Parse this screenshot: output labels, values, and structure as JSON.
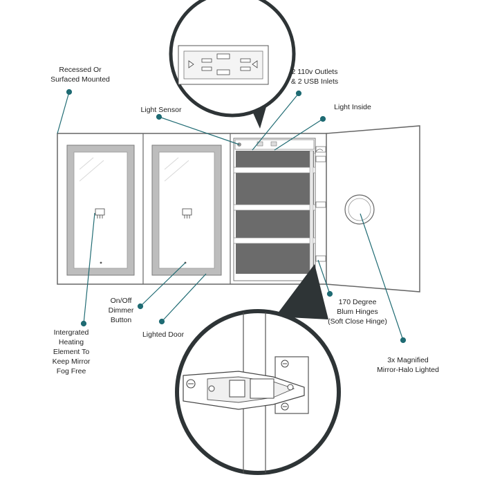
{
  "labels": {
    "recessed_line1": "Recessed Or",
    "recessed_line2": "Surfaced Mounted",
    "outlets_line1": "2 110v Outlets",
    "outlets_line2": "& 2 USB Inlets",
    "light_sensor": "Light Sensor",
    "light_inside": "Light Inside",
    "onoff_line1": "On/Off",
    "onoff_line2": "Dimmer",
    "onoff_line3": "Button",
    "lighted_door": "Lighted Door",
    "hinge_line1": "170 Degree",
    "hinge_line2": "Blum Hinges",
    "hinge_line3": "(Soft Close Hinge)",
    "heating_line1": "Intergrated",
    "heating_line2": "Heating",
    "heating_line3": "Element To",
    "heating_line4": "Keep Mirror",
    "heating_line5": "Fog Free",
    "magnified_line1": "3x Magnified",
    "magnified_line2": "Mirror-Halo Lighted"
  },
  "colors": {
    "leader": "#1f6b73",
    "dot": "#1f6b73",
    "outline": "#666666",
    "led_frame": "#9a9a9a",
    "shelf_back": "#6b6b6b",
    "bubble_tail": "#2e3436"
  },
  "icons": {
    "heating": "defog-icon",
    "outlet": "outlet-icon",
    "hinge": "hinge-icon"
  }
}
